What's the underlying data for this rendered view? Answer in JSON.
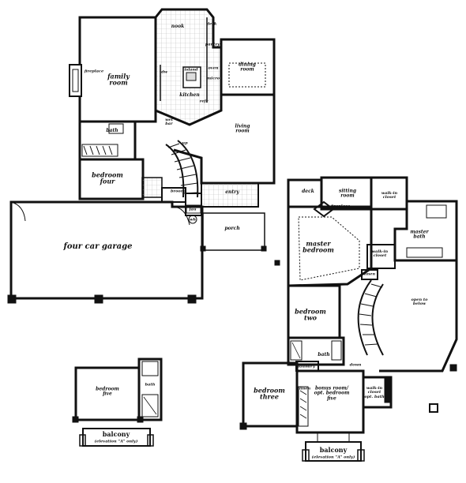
{
  "floor_plan": {
    "main_floor": {
      "nook": "nook",
      "desk": "desk",
      "pantry": "pantry",
      "family_room": [
        "family",
        "room"
      ],
      "fireplace": "fireplace",
      "island": "island",
      "kitchen": "kitchen",
      "dw": "dw",
      "oven": "oven",
      "micro": "micro",
      "refr": "refr",
      "dining_room": [
        "dining",
        "room"
      ],
      "wet_bar": [
        "wet",
        "bar"
      ],
      "living_room": [
        "living",
        "room"
      ],
      "up": "up",
      "bath": "bath",
      "bedroom_four": [
        "bedroom",
        "four"
      ],
      "broom": "broom",
      "entry": "entry",
      "porch": "porch",
      "garage": "four car garage",
      "fau": "fau",
      "wh": "wh"
    },
    "upper_floor": {
      "deck": "deck",
      "sitting_room": [
        "sitting",
        "room"
      ],
      "walk_in_closet_1": [
        "walk-in",
        "closet"
      ],
      "fireplace": "fireplace",
      "master_bedroom": [
        "master",
        "bedroom"
      ],
      "master_bath": [
        "master",
        "bath"
      ],
      "walk_in_closet_2": [
        "walk-in",
        "closet"
      ],
      "linen": "linen",
      "open_to_below": [
        "open to",
        "below"
      ],
      "bedroom_two": [
        "bedroom",
        "two"
      ],
      "bath": "bath",
      "laundry": "laundry",
      "down": "down",
      "linen_2": "linen",
      "bedroom_three": [
        "bedroom",
        "three"
      ],
      "bonus_room": [
        "bonus room/",
        "opt. bedroom",
        "five"
      ],
      "walk_in_closet_opt_bath": [
        "walk-in",
        "closet",
        "opt. bath"
      ],
      "balcony": "balcony",
      "balcony_note": "(elevation \"A\" only)"
    },
    "optional": {
      "bedroom_five": [
        "bedroom",
        "five"
      ],
      "bath": "bath",
      "balcony": "balcony",
      "balcony_note": "(elevation \"A\" only)"
    },
    "colors": {
      "wall": "#111111",
      "fill": "#ffffff",
      "tile": "#bbbbbb"
    }
  }
}
